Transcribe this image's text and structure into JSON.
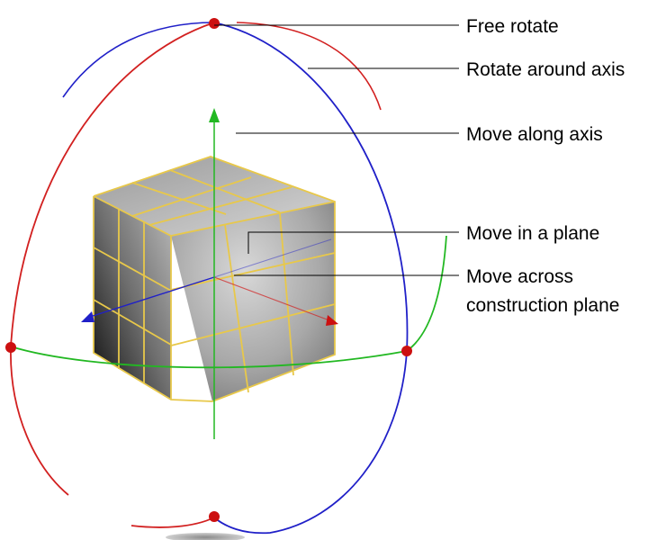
{
  "callouts": {
    "free_rotate": "Free rotate",
    "rotate_around_axis": "Rotate around axis",
    "move_along_axis": "Move along axis",
    "move_in_plane": "Move in a plane",
    "move_across_line1": "Move across",
    "move_across_line2": "construction plane"
  },
  "colors": {
    "x_axis": "#d22020",
    "y_axis": "#22b822",
    "z_axis": "#2020c8",
    "cube_edge": "#e8c84a",
    "handle": "#cc1010"
  }
}
